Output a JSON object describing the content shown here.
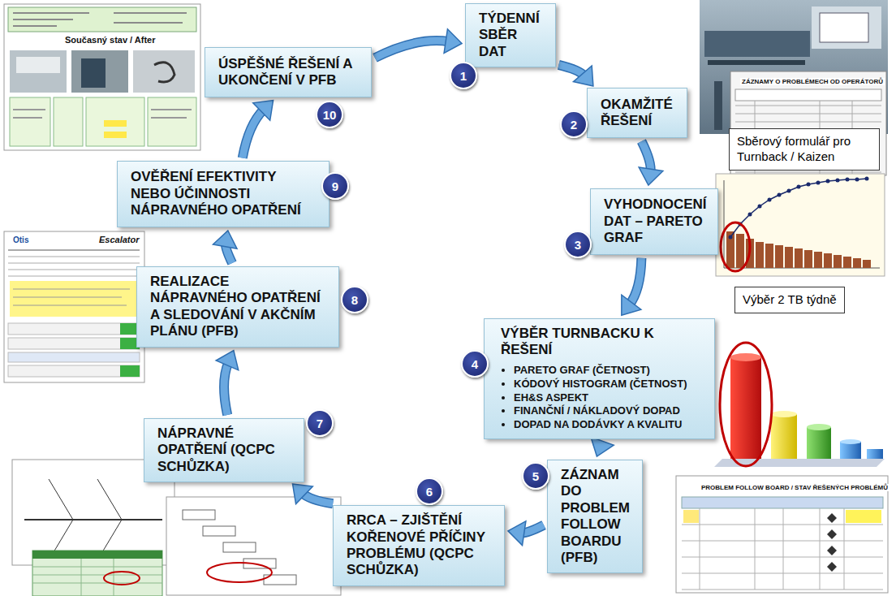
{
  "diagram": {
    "nodes": [
      {
        "text": [
          "1",
          "TÝDENNÍ SBĚR DAT"
        ]
      },
      {
        "text": [
          "2",
          "OKAMŽITÉ ŘEŠENÍ"
        ]
      },
      {
        "text": [
          "3",
          "VYHODNOCENÍ DAT – PARETO GRAF"
        ]
      },
      {
        "text": [
          "4",
          "VÝBĚR TURNBACKU K ŘEŠENÍ",
          "PARETO GRAF (ČETNOST)",
          "KÓDOVÝ HISTOGRAM (ČETNOST)",
          "EH&S ASPEKT",
          "FINANČNÍ / NÁKLADOVÝ DOPAD",
          "DOPAD NA DODÁVKY A KVALITU"
        ]
      },
      {
        "text": [
          "5",
          "ZÁZNAM DO PROBLEM FOLLOW BOARDU (PFB)"
        ]
      },
      {
        "text": [
          "6",
          "RRCA – ZJIŠTĚNÍ KOŘENOVÉ PŘÍČINY PROBLÉMU (QCPC SCHŮZKA)"
        ]
      },
      {
        "text": [
          "7",
          "NÁPRAVNÉ OPATŘENÍ (QCPC SCHŮZKA)"
        ]
      },
      {
        "text": [
          "8",
          "REALIZACE NÁPRAVNÉHO OPATŘENÍ A SLEDOVÁNÍ V AKČNÍM PLÁNU (PFB)"
        ]
      },
      {
        "text": [
          "9",
          "OVĚŘENÍ EFEKTIVITY NEBO ÚČINNOSTI NÁPRAVNÉHO OPATŘENÍ"
        ]
      },
      {
        "text": [
          "10",
          "ÚSPĚŠNÉ ŘEŠENÍ A UKONČENÍ V PFB"
        ]
      },
      {
        "text": [
          "Sběrový formulář pro Turnback / Kaizen"
        ]
      },
      {
        "text": [
          "Výběr 2 TB týdně"
        ]
      }
    ],
    "edges": [
      {
        "from": 0,
        "to": 1,
        "arrow": "to"
      },
      {
        "from": 1,
        "to": 2,
        "arrow": "to"
      },
      {
        "from": 2,
        "to": 3,
        "arrow": "to"
      },
      {
        "from": 3,
        "to": 4,
        "arrow": "to"
      },
      {
        "from": 4,
        "to": 5,
        "arrow": "to"
      },
      {
        "from": 5,
        "to": 6,
        "arrow": "to"
      },
      {
        "from": 6,
        "to": 7,
        "arrow": "to"
      },
      {
        "from": 7,
        "to": 8,
        "arrow": "to"
      },
      {
        "from": 8,
        "to": 9,
        "arrow": "to"
      },
      {
        "from": 9,
        "to": 0,
        "arrow": "to"
      }
    ],
    "labels": [
      "Současný stav / After",
      "ZÁZNAMY O PROBLÉMECH OD OPERÁTORŮ",
      "PROBLEM FOLLOW BOARD / STAV ŘEŠENÝCH PROBLÉMŮ",
      "Otis",
      "Escalator"
    ]
  }
}
